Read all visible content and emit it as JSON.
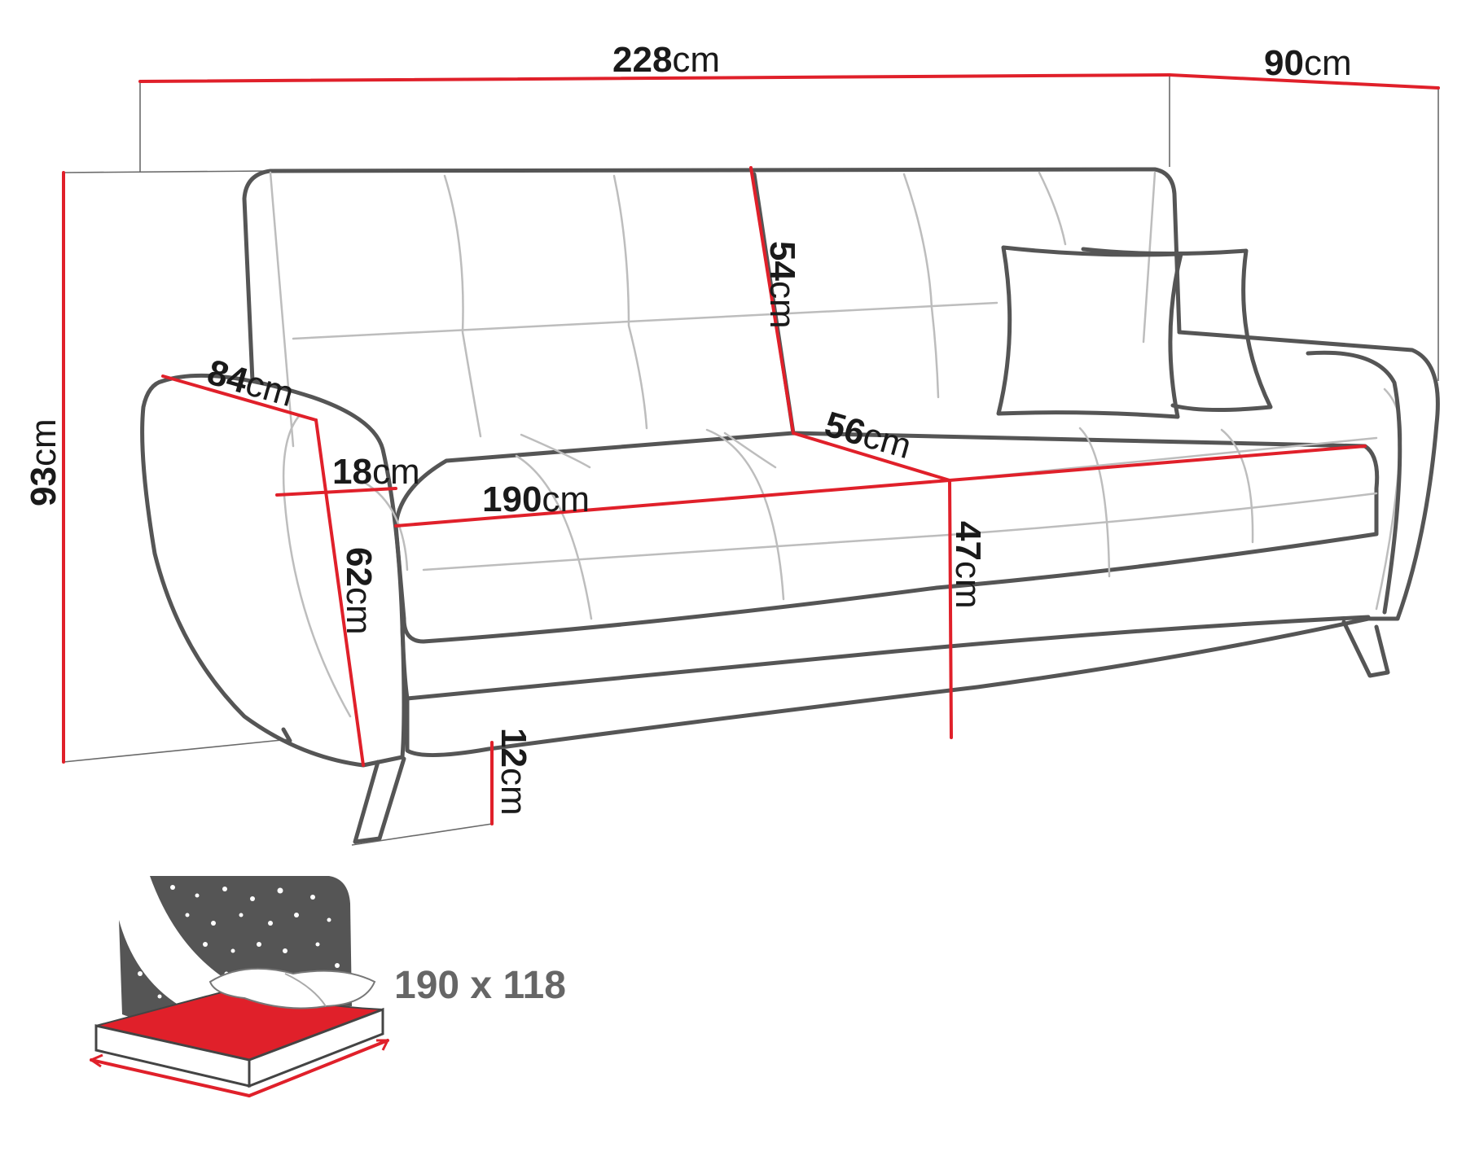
{
  "dimensions": {
    "total_width": {
      "value": "228",
      "unit": "cm"
    },
    "depth": {
      "value": "90",
      "unit": "cm"
    },
    "height": {
      "value": "93",
      "unit": "cm"
    },
    "backrest_height": {
      "value": "54",
      "unit": "cm"
    },
    "seat_depth": {
      "value": "56",
      "unit": "cm"
    },
    "armrest_depth": {
      "value": "84",
      "unit": "cm"
    },
    "armrest_width": {
      "value": "18",
      "unit": "cm"
    },
    "seat_width": {
      "value": "190",
      "unit": "cm"
    },
    "armrest_height": {
      "value": "62",
      "unit": "cm"
    },
    "seat_height": {
      "value": "47",
      "unit": "cm"
    },
    "leg_height": {
      "value": "12",
      "unit": "cm"
    }
  },
  "sleeping_area": {
    "label": "190 x 118"
  },
  "colors": {
    "outline": "#555555",
    "dimension": "#e0202a",
    "mattress": "#e0202a",
    "night_sky": "#555555"
  }
}
